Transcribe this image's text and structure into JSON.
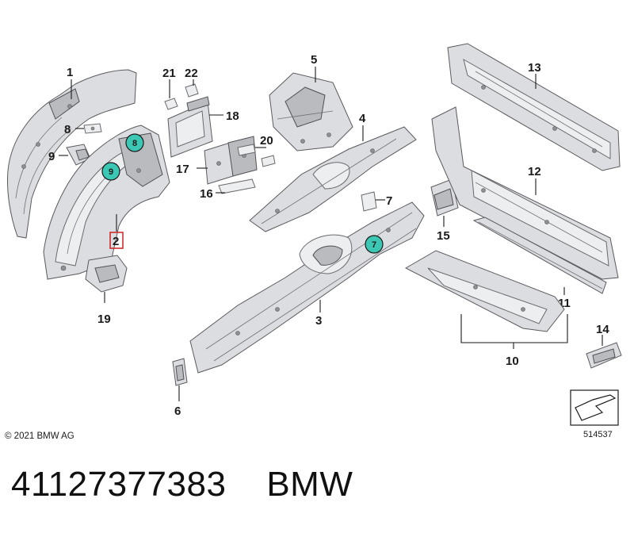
{
  "callouts": {
    "c1": "1",
    "c2": "2",
    "c3": "3",
    "c4": "4",
    "c5": "5",
    "c6": "6",
    "c7": "7",
    "c8": "8",
    "c9": "9",
    "c10": "10",
    "c11": "11",
    "c12": "12",
    "c13": "13",
    "c14": "14",
    "c15": "15",
    "c16": "16",
    "c17": "17",
    "c18": "18",
    "c19": "19",
    "c20": "20",
    "c21": "21",
    "c22": "22"
  },
  "markers": {
    "m8": "8",
    "m9": "9",
    "m7": "7"
  },
  "highlighted_callout": "2",
  "copyright": "© 2021 BMW AG",
  "figure_number": "514537",
  "footer": {
    "part_number": "41127377383",
    "brand": "BMW"
  },
  "colors": {
    "marker_fill": "#3cc6b4",
    "highlight_box": "#cc2222",
    "part_fill": "#dcdde0"
  }
}
